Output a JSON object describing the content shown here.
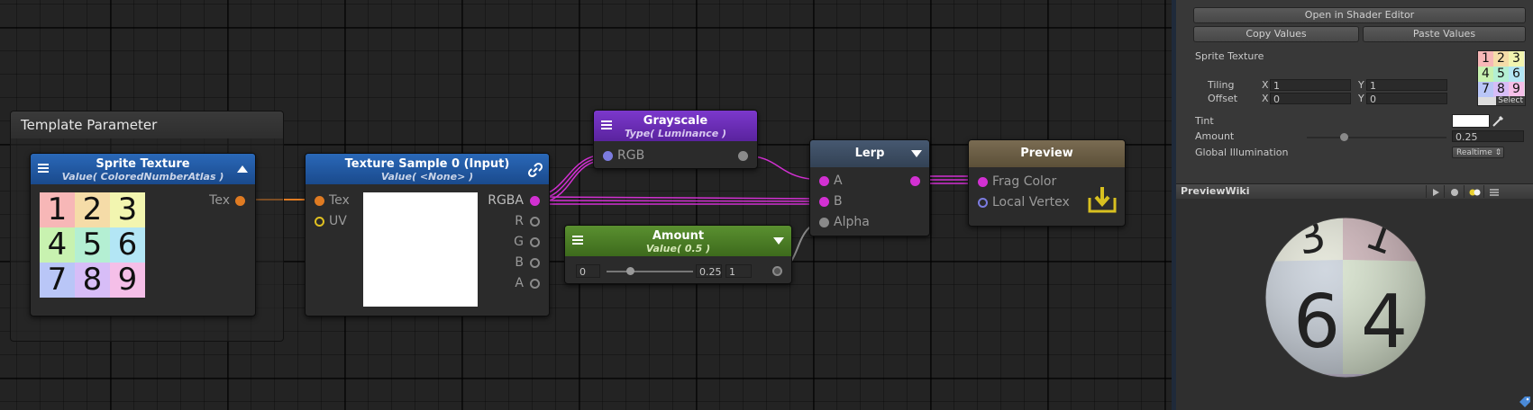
{
  "template_param": {
    "title": "Template Parameter"
  },
  "sprite_node": {
    "title": "Sprite Texture",
    "subtitle": "Value( ColoredNumberAtlas )",
    "output_label": "Tex",
    "cells": [
      "1",
      "2",
      "3",
      "4",
      "5",
      "6",
      "7",
      "8",
      "9"
    ]
  },
  "texture_node": {
    "title": "Texture Sample 0 (Input)",
    "subtitle": "Value( <None> )",
    "inputs": [
      "Tex",
      "UV"
    ],
    "outputs": [
      "RGBA",
      "R",
      "G",
      "B",
      "A"
    ]
  },
  "grayscale_node": {
    "title": "Grayscale",
    "subtitle": "Type( Luminance )",
    "input": "RGB"
  },
  "amount_node": {
    "title": "Amount",
    "subtitle": "Value( 0.5 )",
    "min": "0",
    "value": "0.25",
    "max": "1"
  },
  "lerp_node": {
    "title": "Lerp",
    "inputs": [
      "A",
      "B",
      "Alpha"
    ]
  },
  "preview_node": {
    "title": "Preview",
    "inputs": [
      "Frag Color",
      "Local Vertex"
    ]
  },
  "panel": {
    "open_editor_label": "Open in Shader Editor",
    "copy_label": "Copy Values",
    "paste_label": "Paste Values",
    "sprite_texture_label": "Sprite Texture",
    "tiling_label": "Tiling",
    "offset_label": "Offset",
    "tiling_x": "1",
    "tiling_y": "1",
    "offset_x": "0",
    "offset_y": "0",
    "x_label": "X",
    "y_label": "Y",
    "select_label": "Select",
    "tint_label": "Tint",
    "amount_label": "Amount",
    "amount_value": "0.25",
    "gi_label": "Global Illumination",
    "gi_value": "Realtime",
    "preview_title": "PreviewWiki",
    "thumb_cells": [
      "1",
      "2",
      "3",
      "4",
      "5",
      "6",
      "7",
      "8",
      "9"
    ]
  },
  "colors": {
    "sprite_header": "#1f5499",
    "texture_header": "#1f5499",
    "grayscale_header": "#6a2bb5",
    "amount_header": "#4a7a22",
    "lerp_header": "#3b4a5c",
    "preview_header": "#6d6048",
    "wire_magenta": "#d230d2",
    "wire_orange": "#e07b22",
    "wire_gray": "#8a8a8a"
  }
}
